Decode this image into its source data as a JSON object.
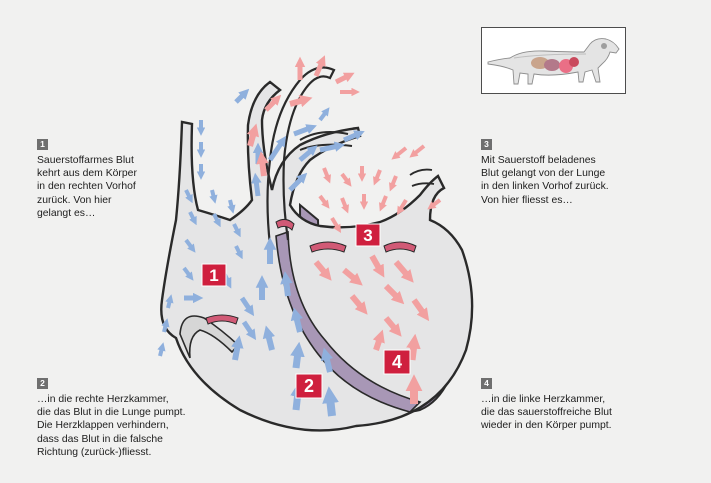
{
  "captions": [
    {
      "number": "1",
      "lines": [
        "Sauerstoffarmes Blut",
        "kehrt aus dem Körper",
        "in den rechten Vorhof",
        "zurück. Von hier",
        "gelangt es…"
      ]
    },
    {
      "number": "2",
      "lines": [
        "…in die rechte Herzkammer,",
        "die das Blut in die Lunge pumpt.",
        "Die Herzklappen verhindern,",
        "dass das Blut in die falsche",
        "Richtung (zurück-)fliesst."
      ]
    },
    {
      "number": "3",
      "lines": [
        "Mit Sauerstoff beladenes",
        "Blut gelangt von der Lunge",
        "in den linken Vorhof zurück.",
        "Von hier fliesst es…"
      ]
    },
    {
      "number": "4",
      "lines": [
        "…in die linke Herzkammer,",
        "die das sauerstoffreiche Blut",
        "wieder in den Körper pumpt."
      ]
    }
  ],
  "markers": [
    "1",
    "2",
    "3",
    "4"
  ],
  "colors": {
    "oxygen_poor": "#8fb0dd",
    "oxygen_rich": "#f2a0a0",
    "muscle": "#a897b6",
    "marker": "#cf1f3e",
    "outline": "#2a2a2a"
  },
  "icons": [
    "dog-anatomy-thumbnail"
  ]
}
